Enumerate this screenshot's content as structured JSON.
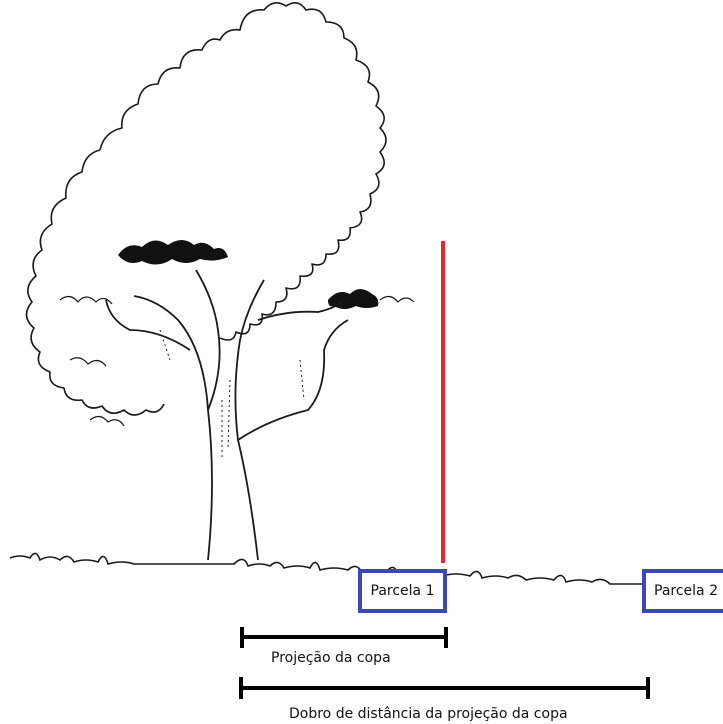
{
  "plots": {
    "plot1_label": "Parcela 1",
    "plot2_label": "Parcela 2"
  },
  "measures": {
    "crown_projection_label": "Projeção da copa",
    "double_distance_label": "Dobro de distância da projeção da copa"
  },
  "colors": {
    "projection_line": "#e8262b",
    "plot_border": "#3a48b8",
    "measure_bar": "#000000",
    "drawing_ink": "#1a1a1a"
  },
  "icons": {
    "tree": "tree-sketch-icon"
  }
}
